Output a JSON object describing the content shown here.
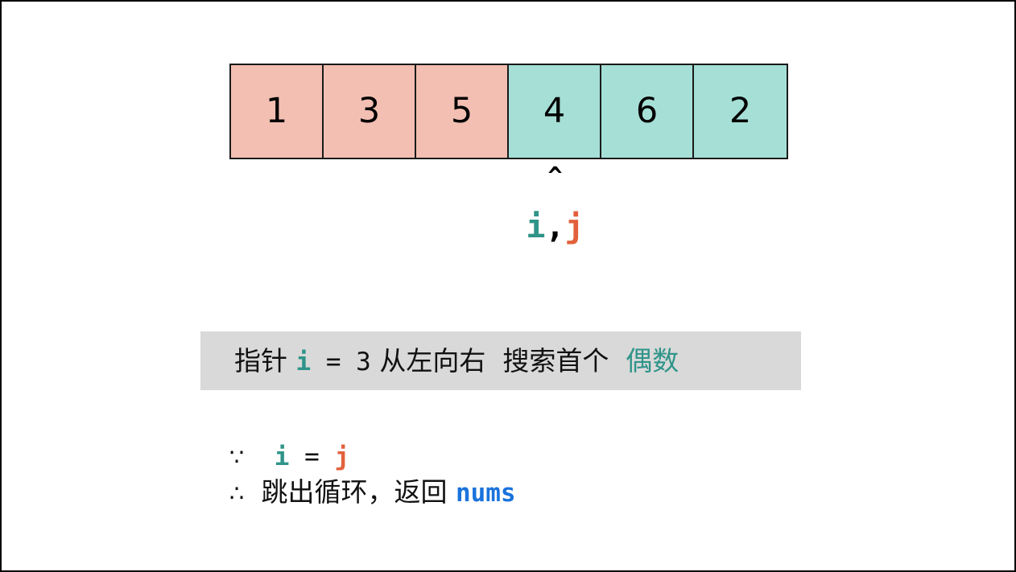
{
  "colors": {
    "odd_cell": "#f2bfb2",
    "even_cell": "#a5dfd6",
    "pointer_i": "#2f9489",
    "pointer_j": "#e2613c",
    "accent_teal": "#2f9489",
    "nums_blue": "#1a73dc",
    "banner_bg": "#d9d9d9",
    "border": "#1a1a1a"
  },
  "array": {
    "cells": [
      {
        "value": "1",
        "parity": "odd"
      },
      {
        "value": "3",
        "parity": "odd"
      },
      {
        "value": "5",
        "parity": "odd"
      },
      {
        "value": "4",
        "parity": "even"
      },
      {
        "value": "6",
        "parity": "even"
      },
      {
        "value": "2",
        "parity": "even"
      }
    ]
  },
  "pointer": {
    "caret": "^",
    "index": 3,
    "label_i": "i",
    "separator": ",",
    "label_j": "j"
  },
  "banner": {
    "prefix": "指针 ",
    "var_i": "i",
    "equals": " = ",
    "value": "3",
    "direction": " 从左向右  搜索首个  ",
    "target": "偶数"
  },
  "conclusion": {
    "line1_symbol": "∵",
    "line1_var_i": "i",
    "line1_equals": "=",
    "line1_var_j": "j",
    "line2_symbol": "∴",
    "line2_text": "跳出循环，返回 ",
    "line2_return": "nums"
  }
}
